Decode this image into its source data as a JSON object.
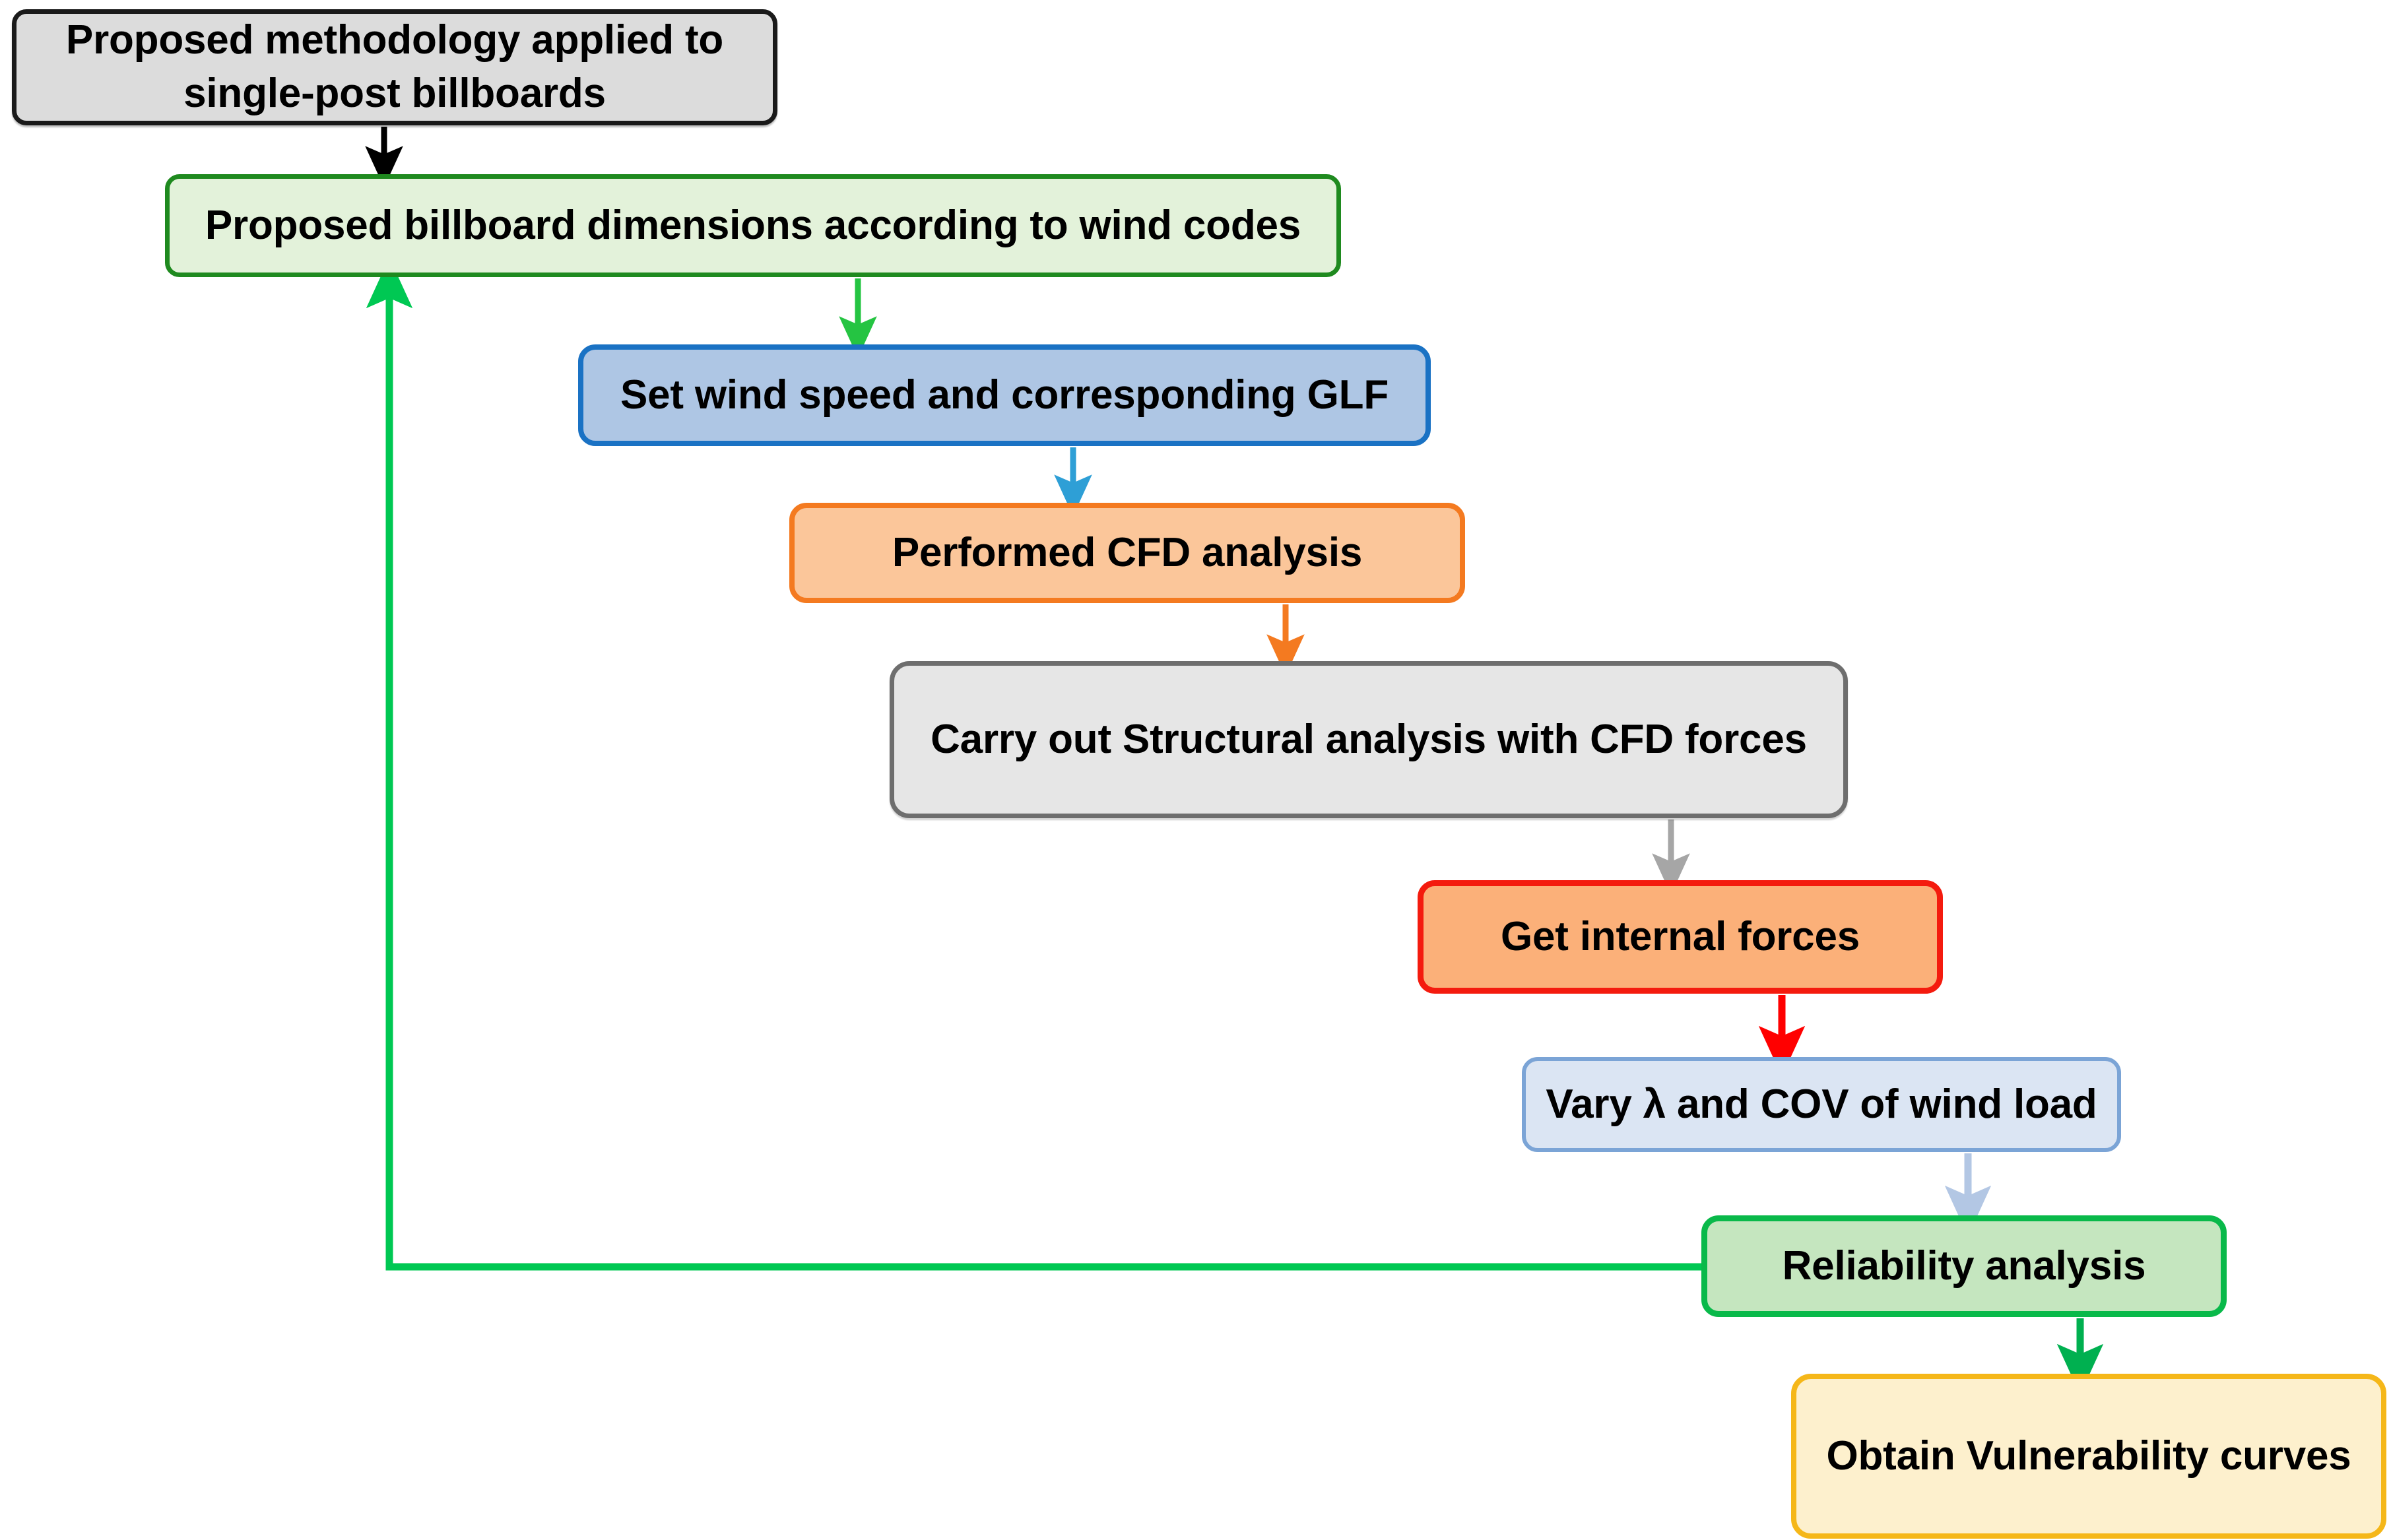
{
  "diagram": {
    "title": "Proposed methodology flowchart for single-post billboards",
    "background_color": "#ffffff",
    "nodes": [
      {
        "id": "methodology",
        "label": "Proposed methodology applied to\nsingle-post billboards",
        "fill": "#dcdcdc",
        "border": "#1a1a1a"
      },
      {
        "id": "dimensions",
        "label": "Proposed billboard dimensions according to wind codes",
        "fill": "#e3f2da",
        "border": "#1f8a1f"
      },
      {
        "id": "windspeed",
        "label": "Set wind speed and corresponding GLF",
        "fill": "#aec6e4",
        "border": "#1a72c4"
      },
      {
        "id": "cfd",
        "label": "Performed CFD analysis",
        "fill": "#fbc69a",
        "border": "#f47a20"
      },
      {
        "id": "structural",
        "label": "Carry out Structural analysis with CFD forces",
        "fill": "#e6e6e6",
        "border": "#6e6e6e"
      },
      {
        "id": "internal",
        "label": "Get internal forces",
        "fill": "#fbb079",
        "border": "#f41b0e"
      },
      {
        "id": "vary",
        "label": "Vary λ and COV of wind load",
        "fill": "#dbe5f3",
        "border": "#7ba4d6"
      },
      {
        "id": "reliability",
        "label": "Reliability analysis",
        "fill": "#c5e6bf",
        "border": "#09b94a"
      },
      {
        "id": "vulnerability",
        "label": "Obtain Vulnerability curves",
        "fill": "#fdf0cd",
        "border": "#f5b719"
      }
    ],
    "connectors": [
      {
        "id": "methodology-to-dimensions",
        "from": "methodology",
        "to": "dimensions",
        "color": "#000000",
        "kind": "straight-down"
      },
      {
        "id": "dimensions-to-windspeed",
        "from": "dimensions",
        "to": "windspeed",
        "color": "#25c442",
        "kind": "straight-down"
      },
      {
        "id": "windspeed-to-cfd",
        "from": "windspeed",
        "to": "cfd",
        "color": "#2e9fd6",
        "kind": "straight-down"
      },
      {
        "id": "cfd-to-structural",
        "from": "cfd",
        "to": "structural",
        "color": "#f47a20",
        "kind": "straight-down"
      },
      {
        "id": "structural-to-internal",
        "from": "structural",
        "to": "internal",
        "color": "#a6a6a6",
        "kind": "straight-down"
      },
      {
        "id": "internal-to-vary",
        "from": "internal",
        "to": "vary",
        "color": "#ff0000",
        "kind": "straight-down"
      },
      {
        "id": "vary-to-reliability",
        "from": "vary",
        "to": "reliability",
        "color": "#b3c7e4",
        "kind": "straight-down"
      },
      {
        "id": "reliability-to-vulnerability",
        "from": "reliability",
        "to": "vulnerability",
        "color": "#00b050",
        "kind": "straight-down"
      },
      {
        "id": "reliability-feedback-to-dimensions",
        "from": "reliability",
        "to": "dimensions",
        "color": "#00c853",
        "kind": "elbow-left-up"
      }
    ]
  }
}
